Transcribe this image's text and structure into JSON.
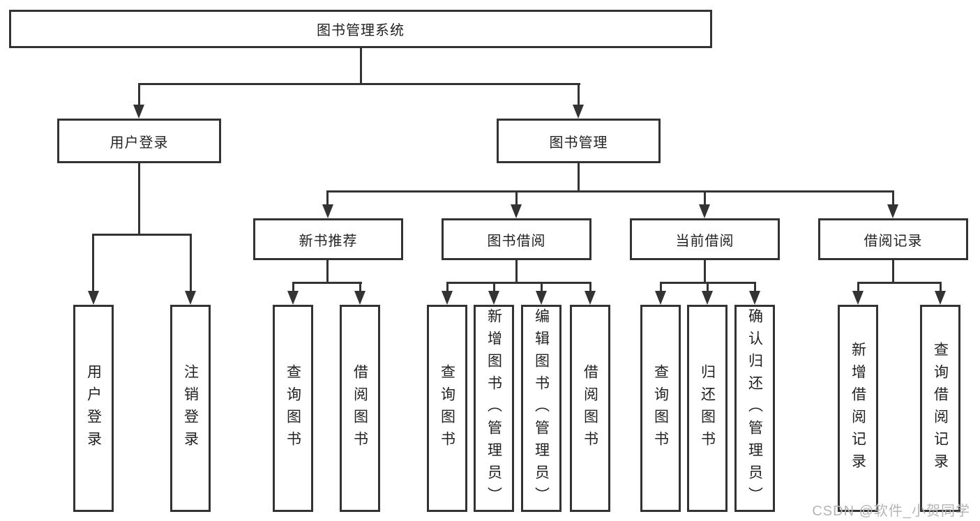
{
  "colors": {
    "line": "#333333",
    "text": "#222222",
    "watermark": "#b5b5b5",
    "bg": "#ffffff"
  },
  "diagram": {
    "root": {
      "label": "图书管理系统"
    },
    "branches": [
      {
        "label": "用户登录",
        "children": [
          {
            "label": "用户登录"
          },
          {
            "label": "注销登录"
          }
        ]
      },
      {
        "label": "图书管理",
        "children": [
          {
            "label": "新书推荐",
            "children": [
              {
                "label": "查询图书"
              },
              {
                "label": "借阅图书"
              }
            ]
          },
          {
            "label": "图书借阅",
            "children": [
              {
                "label": "查询图书"
              },
              {
                "label": "新增图书（管理员）"
              },
              {
                "label": "编辑图书（管理员）"
              },
              {
                "label": "借阅图书"
              }
            ]
          },
          {
            "label": "当前借阅",
            "children": [
              {
                "label": "查询图书"
              },
              {
                "label": "归还图书"
              },
              {
                "label": "确认归还（管理员）"
              }
            ]
          },
          {
            "label": "借阅记录",
            "children": [
              {
                "label": "新增借阅记录"
              },
              {
                "label": "查询借阅记录"
              }
            ]
          }
        ]
      }
    ],
    "watermark": "CSDN @软件_小贺同学"
  }
}
